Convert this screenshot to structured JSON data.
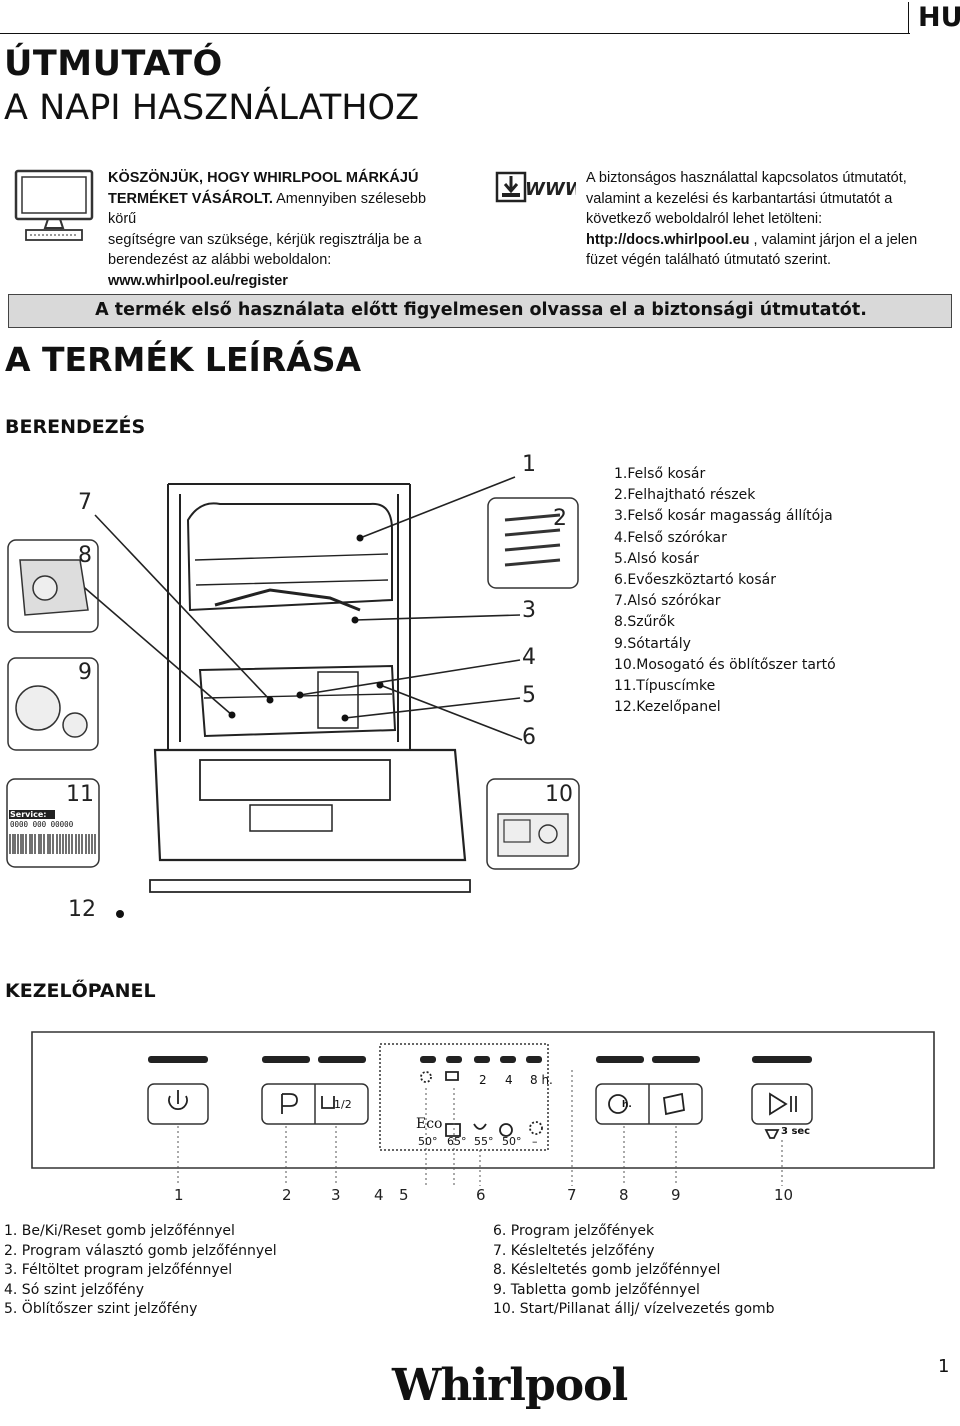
{
  "language_tag": "HU",
  "title_line1": "ÚTMUTATÓ",
  "title_line2": "A NAPI HASZNÁLATHOZ",
  "intro_left": {
    "bold_line1": "KÖSZÖNJÜK, HOGY WHIRLPOOL MÁRKÁJÚ",
    "bold_part2": "TERMÉKET VÁSÁROLT.",
    "text_part2": " Amennyiben szélesebb körű",
    "line3": "segítségre van szüksége, kérjük regisztrálja be a",
    "line4": "berendezést az alábbi weboldalon:",
    "url": "www.whirlpool.eu/register"
  },
  "intro_right": {
    "icon_label": "WWW",
    "line1": "A biztonságos használattal kapcsolatos útmutatót,",
    "line2": "valamint a kezelési és karbantartási útmutatót a",
    "line3": "következő weboldalról lehet letölteni:",
    "url": "http://docs.whirlpool.eu",
    "line4_rest": " , valamint járjon el a jelen",
    "line5": "füzet végén található útmutató szerint."
  },
  "warning": "A termék első használata előtt figyelmesen olvassa el a biztonsági útmutatót.",
  "section_title": "A TERMÉK LEÍRÁSA",
  "subsection_appliance": "BERENDEZÉS",
  "appliance_legend": [
    "1.Felső kosár",
    "2.Felhajtható részek",
    "3.Felső kosár magasság állítója",
    "4.Felső szórókar",
    "5.Alsó kosár",
    "6.Evőeszköztartó kosár",
    "7.Alsó szórókar",
    "8.Szűrők",
    "9.Sótartály",
    "10.Mosogató és öblítőszer tartó",
    "11.Típuscímke",
    "12.Kezelőpanel"
  ],
  "appliance_numbers": {
    "n1": "1",
    "n2": "2",
    "n3": "3",
    "n4": "4",
    "n5": "5",
    "n6": "6",
    "n7": "7",
    "n8": "8",
    "n9": "9",
    "n10": "10",
    "n11": "11",
    "n12": "12"
  },
  "rating_plate": {
    "service_label": "Service:",
    "service_number": "0000 000 00000"
  },
  "subsection_panel": "KEZELŐPANEL",
  "panel": {
    "half_load": "1/2",
    "delay_hours": [
      "2",
      "4",
      "8 h."
    ],
    "eco": "Eco",
    "temps": [
      "50°",
      "65°",
      "55°",
      "50°",
      "–"
    ],
    "delay_symbol": "h.",
    "drain_label": "3 sec",
    "numbers": [
      "1",
      "2",
      "3",
      "4",
      "5",
      "6",
      "7",
      "8",
      "9",
      "10"
    ]
  },
  "panel_legend_left": [
    "1.   Be/Ki/Reset gomb jelzőfénnyel",
    "2.   Program választó gomb jelzőfénnyel",
    "3.   Féltöltet program jelzőfénnyel",
    "4.   Só szint jelzőfény",
    "5.   Öblítőszer szint jelzőfény"
  ],
  "panel_legend_right": [
    "6.   Program jelzőfények",
    "7.   Késleltetés jelzőfény",
    "8.   Késleltetés gomb jelzőfénnyel",
    "9.   Tabletta gomb jelzőfénnyel",
    "10.  Start/Pillanat állj/ vízelvezetés gomb"
  ],
  "brand": "Whirlpool",
  "page_number": "1"
}
